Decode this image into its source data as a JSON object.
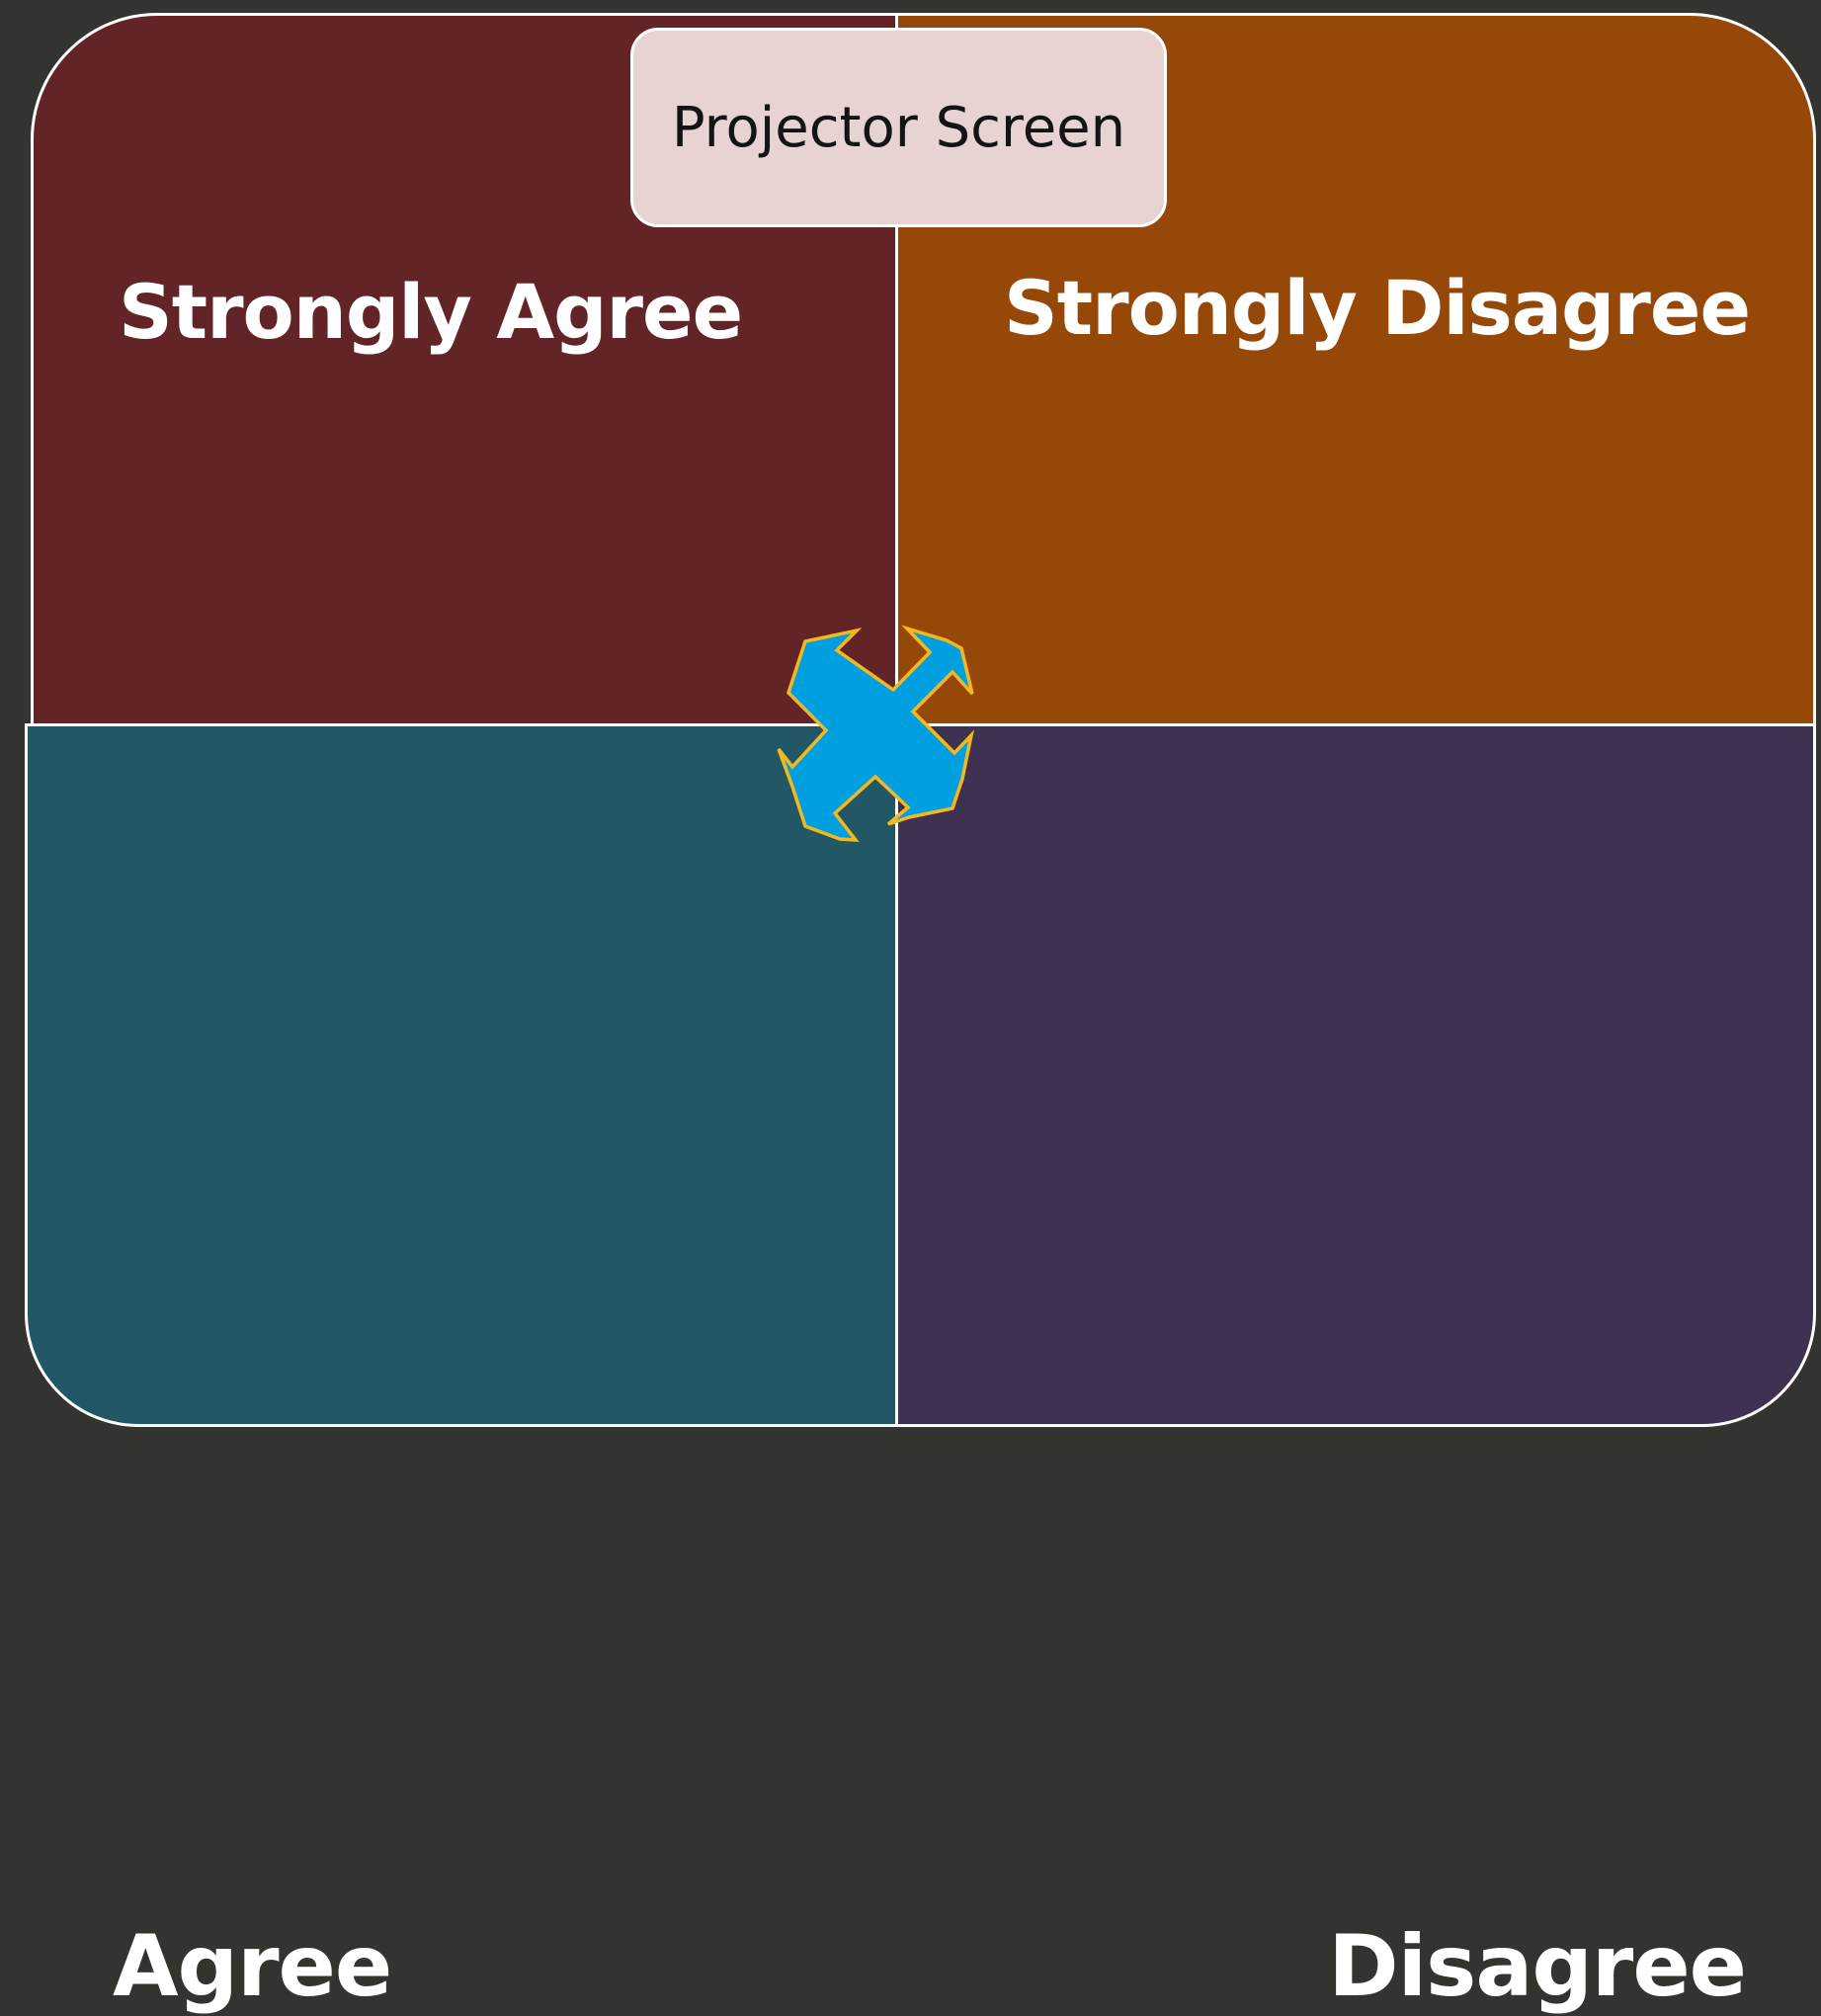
{
  "diagram": {
    "projector": {
      "label": "Projector Screen",
      "color": "#e8d3d3"
    },
    "quadrants": [
      {
        "id": "strongly-agree",
        "label": "Strongly Agree",
        "color": "#622426"
      },
      {
        "id": "strongly-disagree",
        "label": "Strongly Disagree",
        "color": "#964808"
      },
      {
        "id": "agree",
        "label": "Agree",
        "color": "#225866"
      },
      {
        "id": "disagree",
        "label": "Disagree",
        "color": "#3f3152"
      }
    ],
    "center_icon": {
      "name": "four-way-arrow-icon",
      "fill": "#009fe0",
      "stroke": "#f4b81e"
    },
    "divider_color": "#ffffff",
    "background": "#33332f"
  }
}
